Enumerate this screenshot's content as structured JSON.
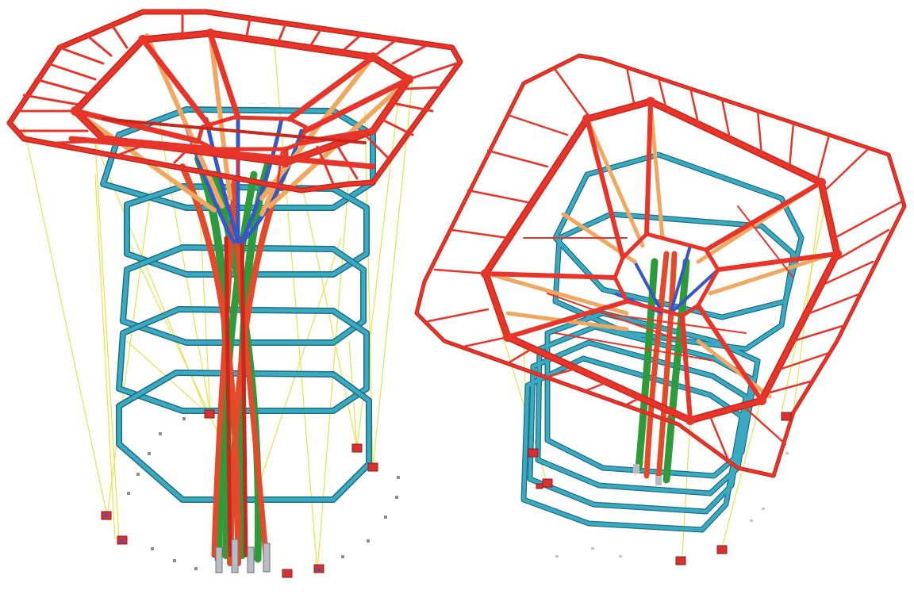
{
  "scene": {
    "description_visible_text": "",
    "palette": {
      "background": "#ffffff",
      "roof_frame": "#e8352a",
      "roof_frame_dark": "#c9261c",
      "floor_rings": "#3aa9c2",
      "floor_rings_dark": "#1f6e80",
      "core_green": "#2e9b3a",
      "core_red": "#e24a2a",
      "diagonal_blue": "#3558c8",
      "strut_orange": "#f0a860",
      "cable_yellow": "#e8e85a",
      "support_red": "#d93030",
      "support_gray": "#9aa0a6"
    },
    "models": [
      {
        "id": "model-left",
        "view": "perspective-side"
      },
      {
        "id": "model-right",
        "view": "perspective-top"
      }
    ]
  }
}
